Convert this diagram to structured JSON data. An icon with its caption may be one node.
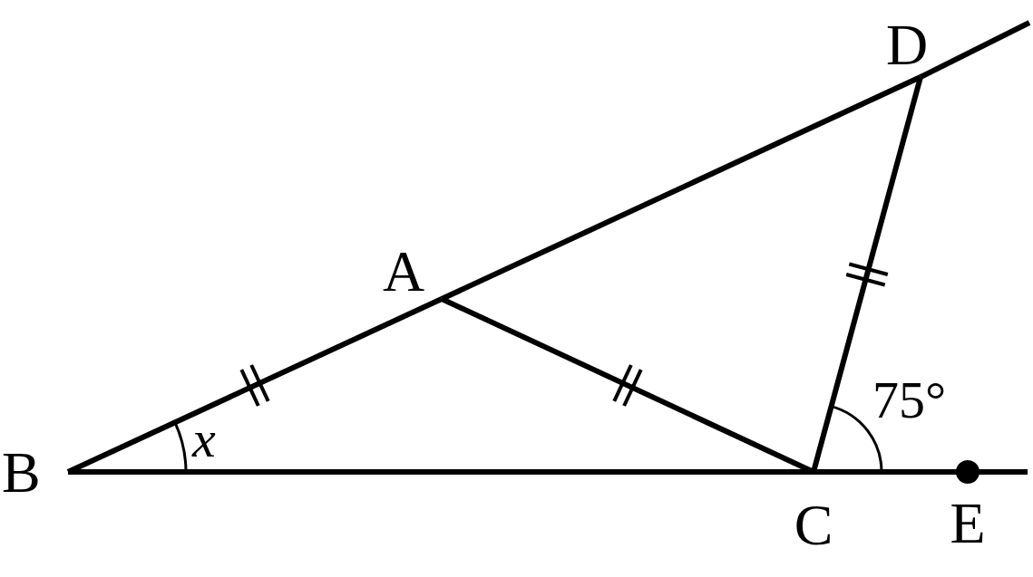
{
  "diagram": {
    "nodes": [
      {
        "text": [
          "A"
        ]
      },
      {
        "text": [
          "B"
        ]
      },
      {
        "text": [
          "C"
        ]
      },
      {
        "text": [
          "D"
        ]
      },
      {
        "text": [
          "E"
        ]
      }
    ],
    "edges": [
      {
        "from": 1,
        "to": 0,
        "arrow": "none"
      },
      {
        "from": 0,
        "to": 3,
        "arrow": "none"
      },
      {
        "from": 3,
        "to": null,
        "arrow": "none"
      },
      {
        "from": 0,
        "to": 2,
        "arrow": "none"
      },
      {
        "from": 1,
        "to": 2,
        "arrow": "none"
      },
      {
        "from": 2,
        "to": 4,
        "arrow": "none"
      },
      {
        "from": 4,
        "to": null,
        "arrow": "none"
      },
      {
        "from": 2,
        "to": 3,
        "arrow": "none"
      }
    ],
    "labels": [
      "x",
      "75°"
    ]
  }
}
